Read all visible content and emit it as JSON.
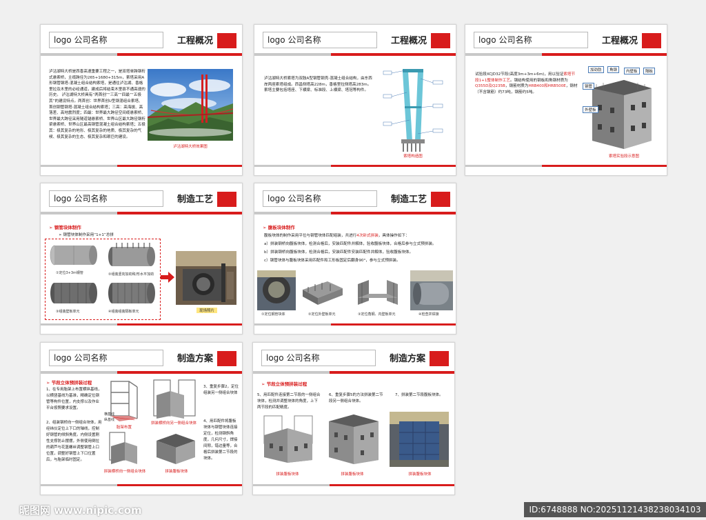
{
  "slides": [
    {
      "logo": "logo 公司名称",
      "title": "工程概况",
      "paragraph1": "泸沽湖特大桥是西香高速重要工程之一，是双塔单跨钢桁式悬索桥，主缆跨径为265+1680+315m，索塔采用A形钢管钢塔-混凝土组合结构索塔，是通往泸沽湖、香格里拉及木里的必经通道，建成后将结束木里县不通高速的历史。",
      "paragraph2": "泸沽湖特大桥具有“两首创”“三高”“四最”“五极其”的建设特点。两首创：世界首创U型钢混组合索塔、首创钢管钢塔-混凝土组合结构索塔；三高：高海拔、高落差、高地震烈度；四最：世界最大跨径空间缆悬索桥、世界最大跨径采用隧道锚悬索桥、世界山区最大跨径钢桁梁悬索桥、世界山区最高钢管混凝土组合结构索塔；五极其：极其复杂的地形、极其复杂的地质、极其复杂的气候、极其复杂的生态、极其复杂和艰巨的建设。",
      "caption": "泸沽湖特大桥效果图"
    },
    {
      "logo": "logo 公司名称",
      "title": "工程概况",
      "paragraph": "泸沽湖特大桥索塔为双肢A型钢管钢壳-混凝土组合结构，由东西岸两座索塔组成。西昌侧塔高228m，香格里拉侧塔高283m。索塔主要包括塔座、下横梁、标准段、上横梁、塔冠等构件。",
      "caption": "索塔构造图"
    },
    {
      "logo": "logo 公司名称",
      "title": "工程概况",
      "para_a": "试验段XCJD32节段(高度3m+3m+6m)，用以验证",
      "para_b": "索塔节段1+1整体制作工艺",
      "para_c": "。钢结构使用的钢板和角钢材质为",
      "para_d": "Q355D及Q235B",
      "para_e": "，钢筋材质为",
      "para_f": "HRB400和HRB500E",
      "para_g": "，钢材（不含钢筋）约73吨，钢筋约5吨。",
      "labels": [
        "加劲肋",
        "角钢",
        "内壁板",
        "隔板",
        "钢管",
        "外壁板"
      ],
      "caption": "索塔实验段示意图"
    },
    {
      "logo": "logo 公司名称",
      "title": "制造工艺",
      "section": "钢管块体制作",
      "subtitle": "钢管块体制作采用“1+1”总拼",
      "steps": [
        "①定位3+3m钢管",
        "②组装竖向加劲和/形水平加劲",
        "③组装壁板单元",
        "④组装组装隔板单元"
      ],
      "caption": "现场照片"
    },
    {
      "logo": "logo 公司名称",
      "title": "制造工艺",
      "section": "腹板块体制作",
      "intro_a": "腹板块体的制作采用平位与钢管块体匹配组装，共进行",
      "intro_b": "4次卧式拼装",
      "intro_c": "，具体操作如下：",
      "items": [
        "a）拼装钢桥向腹板块体，检测合格后，安装匹配件并解体，验收腹板块体，合格后参与立式预拼装。",
        "b）拼装钢桥向腹板块体，检测合格后，安装匹配件安装匹配件并解体，验收腹板块体。",
        "c）钢管块体与腹板块体采用匹配件和工形板固定后翻身90°，参与立式预拼装。"
      ],
      "captions": [
        "①定位钢管块体",
        "②定位外壁板单元",
        "③定位角钢、内壁板单元",
        "④检查并焊接"
      ]
    },
    {
      "logo": "logo 公司名称",
      "title": "制造方案",
      "section": "节段立体预拼装过程",
      "step1": "1、在专用胎架上布置横纵基线，以横竖基线为基准，精确定位钢管等构件位置，内支撑以及作业平台按照要求设置。",
      "step2": "2、组装钢桥向一侧组合块体，用经纬仪定位上下口的轴线，控制好钢管的倾斜角度。内侧设置刚性支撑防止摆摆，外侧使用倒拉的葫芦与花篮螺丝调整钢管上口位置，调整好钢管上下口位置后，与胎架临时固定。",
      "step3": "3、重复步骤2，定位组装另一侧组合块体",
      "step4": "4、用匹配件将腹板块体与钢管块体连接定位，检测钢斜角度，几何尺寸，焊接间隙，错边量等，合格后拼装第二节段的块体。",
      "labels": [
        "横基线",
        "纵基线"
      ],
      "captions": [
        "胎架布置",
        "拼装横桥向另一侧组合块体",
        "拼装横桥向一侧组合块体",
        "拼装腹板块体"
      ]
    },
    {
      "logo": "logo 公司名称",
      "title": "制造方案",
      "section": "节段立体预拼装过程",
      "step5": "5、用匹配件连接第二节段的一侧组合块体，检测并调整块体的角度，上下两节段的匹配精度。",
      "step6": "6、重复步骤5的方法拼装第二节段另一侧组合块体。",
      "step7": "7、拼装第二节段腹板块体。",
      "captions": [
        "拼装腹板块体",
        "拼装腹板块体",
        "拼装腹板块体"
      ]
    }
  ],
  "watermark": {
    "left": "昵图网 www.nipic.com",
    "right": "ID:6748888 NO:20251121438238034103"
  }
}
